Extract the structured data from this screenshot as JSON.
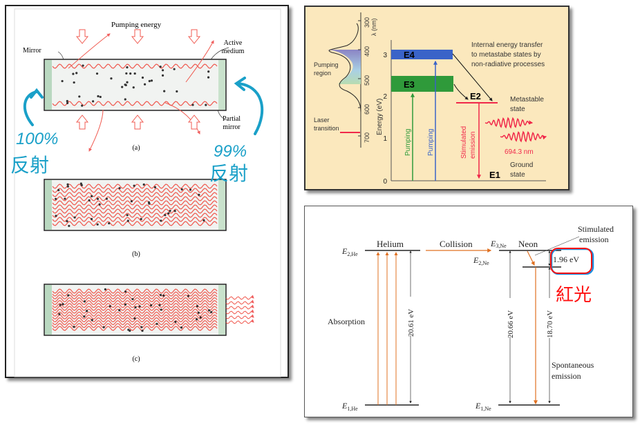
{
  "laser_cavity": {
    "pumping_energy": "Pumping energy",
    "mirror": "Mirror",
    "active_medium": [
      "Active",
      "medium"
    ],
    "partial_mirror": [
      "Partial",
      "mirror"
    ],
    "captions": [
      "(a)",
      "(b)",
      "(c)"
    ],
    "annotation_left": [
      "100%",
      "反射"
    ],
    "annotation_right": [
      "99%",
      "反射"
    ]
  },
  "ruby_levels": {
    "wavelength_axis_label": "λ (nm)",
    "wavelength_ticks": [
      "300",
      "400",
      "500",
      "600",
      "700"
    ],
    "energy_axis_label": "Energy (eV)",
    "energy_ticks": [
      "0",
      "1",
      "2",
      "3"
    ],
    "pumping_region": [
      "Pumping",
      "region"
    ],
    "laser_transition": [
      "Laser",
      "transition"
    ],
    "levels": [
      "E4",
      "E3",
      "E2",
      "E1"
    ],
    "note": [
      "Internal energy transfer",
      "to metastabe states by",
      "non-radiative processes"
    ],
    "metastable": [
      "Metastable",
      "state"
    ],
    "ground": [
      "Ground",
      "state"
    ],
    "pumping": "Pumping",
    "stimulated": [
      "Stimulated",
      "emission"
    ],
    "wavelength": "694.3 nm",
    "colors": {
      "E4": "#3a63c8",
      "E3": "#2f9a3a",
      "laser": "#f0284a",
      "background": "#fbe8bd"
    }
  },
  "hene_levels": {
    "helium": "Helium",
    "neon": "Neon",
    "collision": "Collision",
    "E2He": [
      "E",
      "2,He"
    ],
    "E1He": [
      "E",
      "1,He"
    ],
    "E3Ne": [
      "E",
      "3,Ne"
    ],
    "E2Ne": [
      "E",
      "2,Ne"
    ],
    "E1Ne": [
      "E",
      "1,Ne"
    ],
    "absorption": "Absorption",
    "he_gap": "20.61 eV",
    "ne_gap": "20.66 eV",
    "ne_lower_gap": "18.70 eV",
    "photon": "1.96 eV",
    "stimulated": [
      "Stimulated",
      "emission"
    ],
    "spontaneous": [
      "Spontaneous",
      "emission"
    ],
    "annotation": "紅光",
    "colors": {
      "arrow": "#e07020",
      "annotation": "#ff1010",
      "highlight": "#1a8fe0"
    }
  }
}
